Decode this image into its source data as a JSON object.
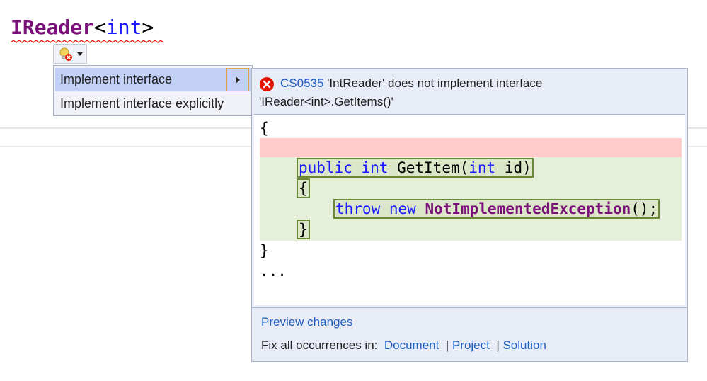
{
  "editor": {
    "type_name": "IReader",
    "lt": "<",
    "type_arg": "int",
    "gt": ">"
  },
  "lightbulb": {
    "icon": "lightbulb-error-icon",
    "dropdown_icon": "chevron-down-icon"
  },
  "menu": {
    "items": [
      {
        "label": "Implement interface",
        "selected": true
      },
      {
        "label": "Implement interface explicitly",
        "selected": false
      }
    ]
  },
  "preview": {
    "diagnostic": {
      "icon": "error-icon",
      "code": "CS0535",
      "message_line1": "'IntReader' does not implement interface",
      "message_line2": "'IReader<int>.GetItems()'"
    },
    "code": {
      "open_brace": "{",
      "public_kw": "public",
      "int_kw": "int",
      "method": "GetItem(",
      "int_kw2": "int",
      "param": "id)",
      "inner_open": "{",
      "throw_kw": "throw",
      "new_kw": "new",
      "exception_type": "NotImplementedException",
      "call_end": "();",
      "inner_close": "}",
      "close_brace": "}",
      "ellipsis": "..."
    },
    "preview_changes": "Preview changes",
    "fix_all_label": "Fix all occurrences in:",
    "fix_document": "Document",
    "fix_project": "Project",
    "fix_solution": "Solution",
    "separator": "|"
  },
  "colors": {
    "type_color": "#7a0f7a",
    "keyword_color": "#1a1aff",
    "link_color": "#1f5fbf",
    "error_red": "#e51400"
  }
}
